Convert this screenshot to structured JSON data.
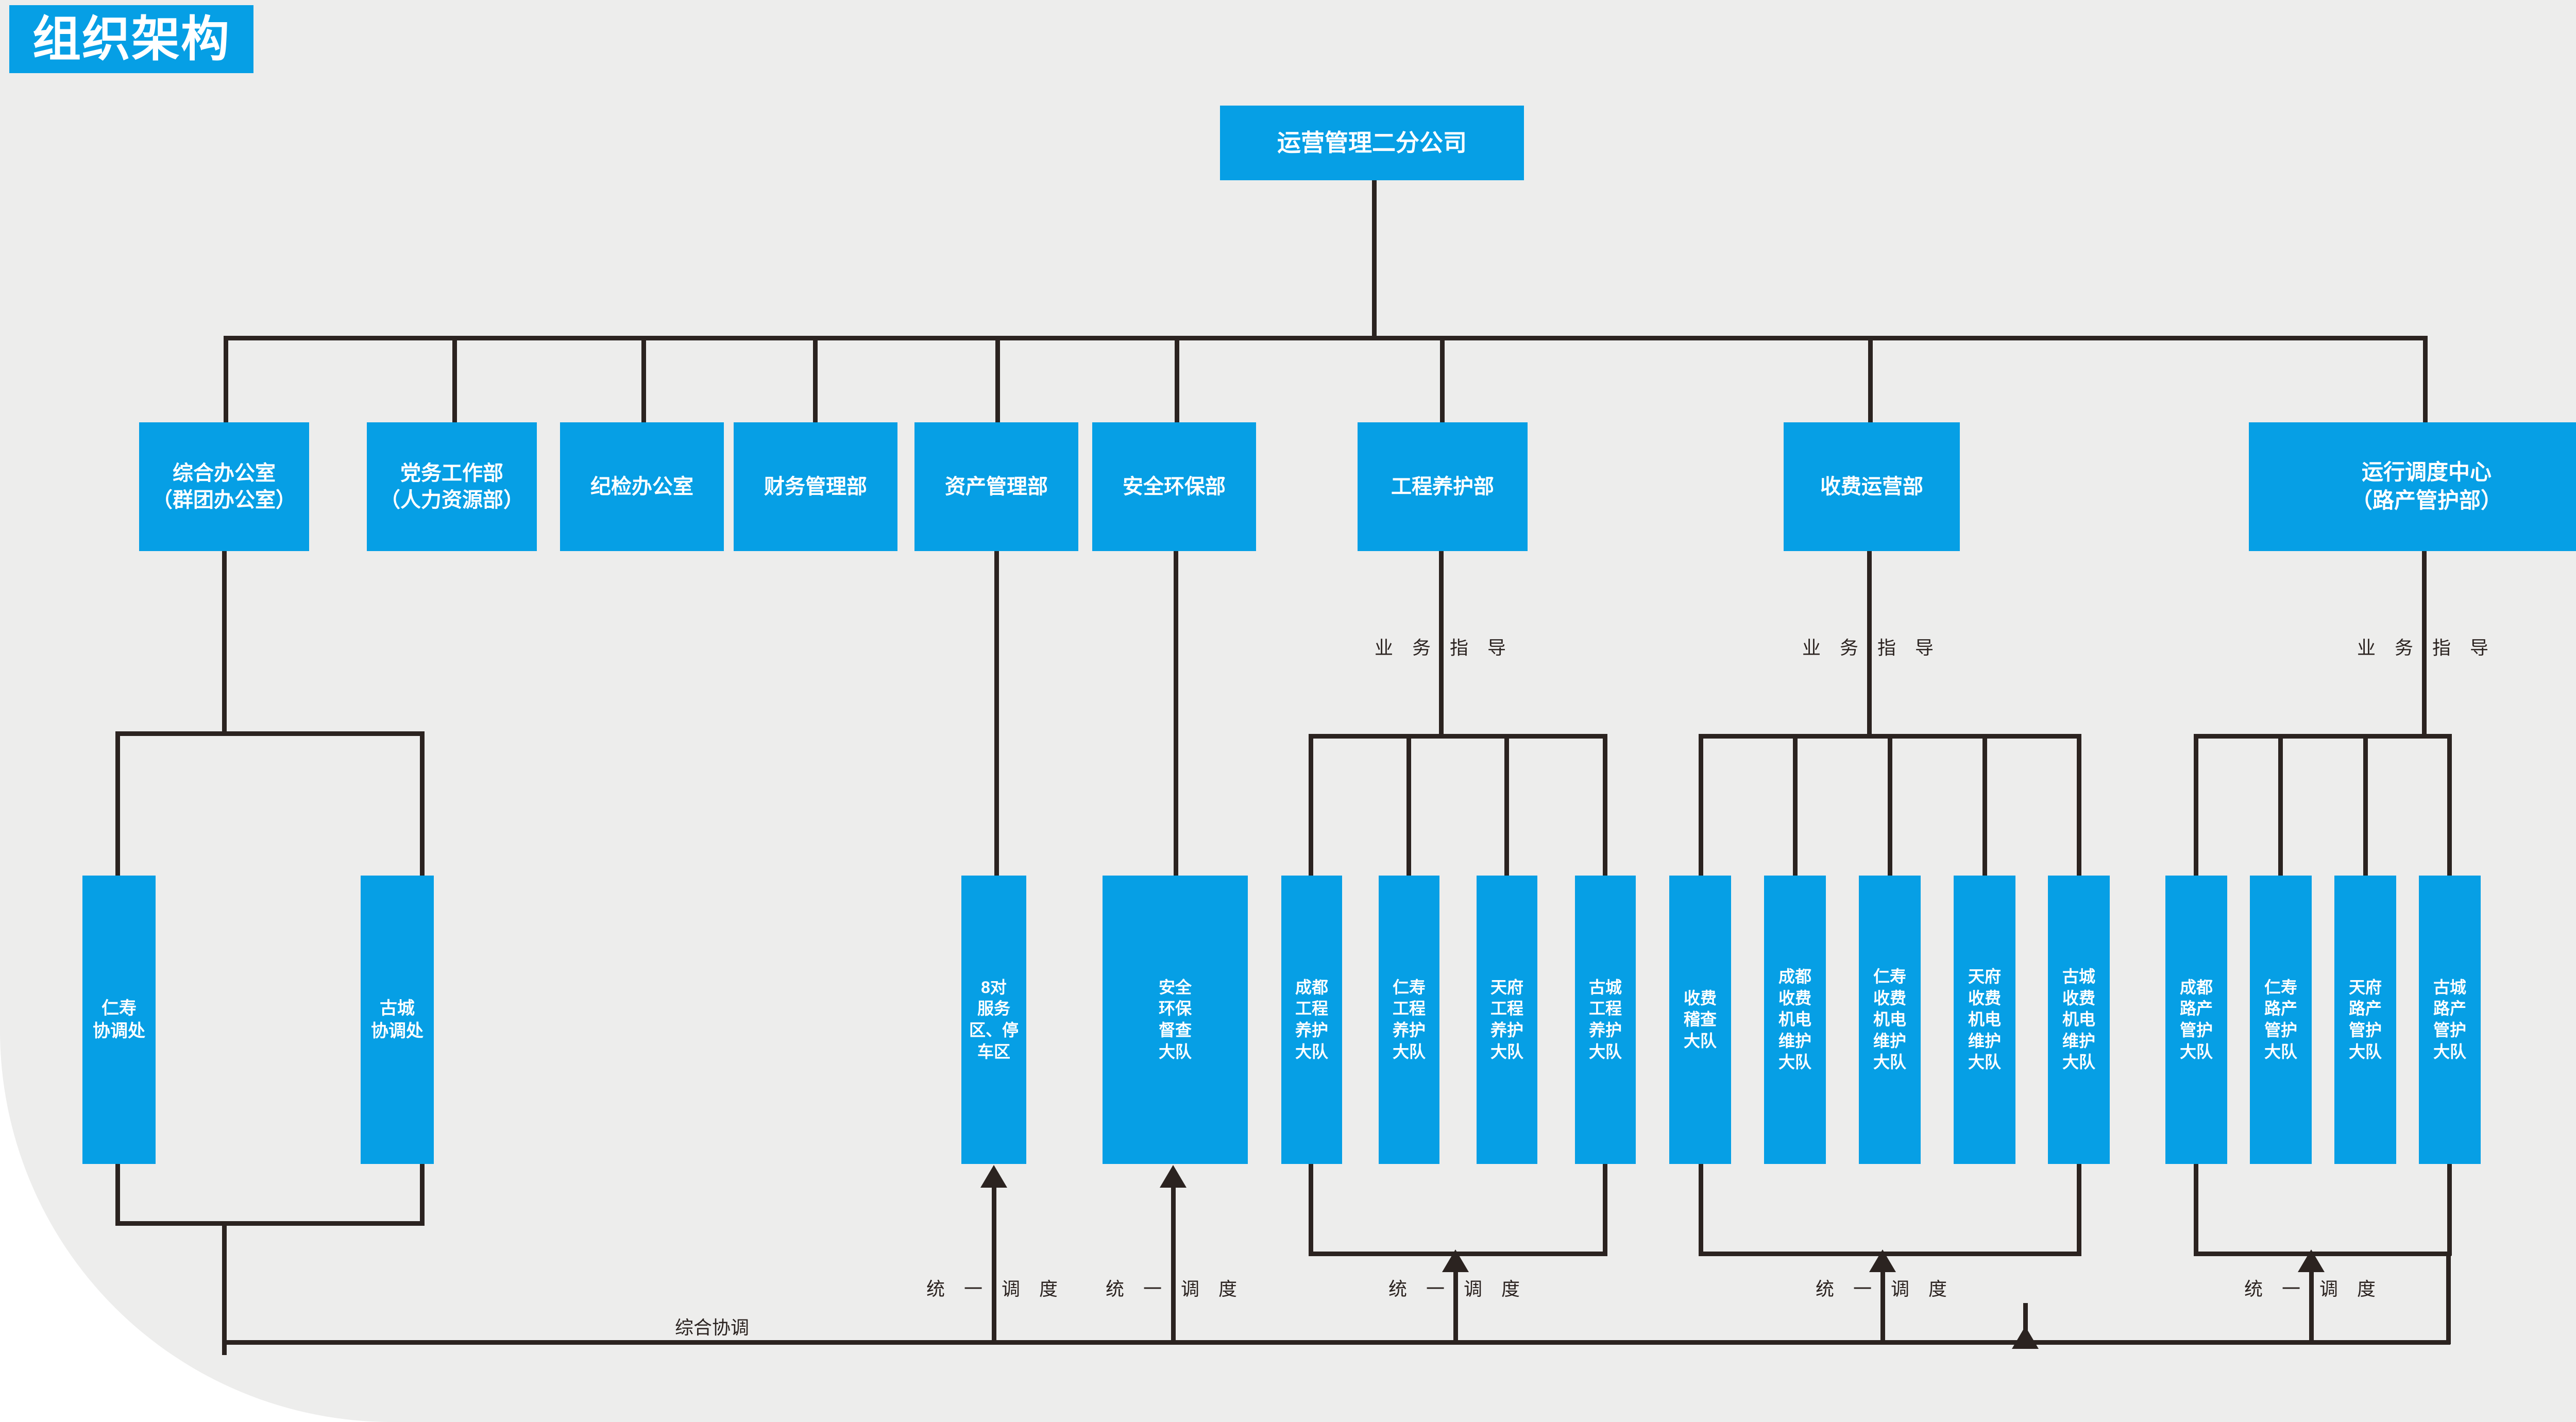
{
  "page": {
    "title": "组织架构",
    "background_color": "#ededec",
    "accent_color": "#069FE5",
    "line_color": "#2b2320",
    "text_color_on_accent": "#ffffff"
  },
  "chart_data": {
    "type": "org-chart",
    "root": "运营管理二分公司",
    "departments": [
      "综合办公室\n（群团办公室）",
      "党务工作部\n（人力资源部）",
      "纪检办公室",
      "财务管理部",
      "资产管理部",
      "安全环保部",
      "工程养护部",
      "收费运营部",
      "运行调度中心\n（路产管护部）"
    ],
    "leaf_groups": [
      {
        "parent": "综合办公室（群团办公室）",
        "nodes": [
          "仁寿\n协调处",
          "古城\n协调处"
        ]
      },
      {
        "parent": "资产管理部",
        "nodes": [
          "8对\n服务\n区、停\n车区"
        ]
      },
      {
        "parent": "安全环保部",
        "nodes": [
          "安全\n环保\n督查\n大队"
        ]
      },
      {
        "parent": "工程养护部",
        "nodes": [
          "成都\n工程\n养护\n大队",
          "仁寿\n工程\n养护\n大队",
          "天府\n工程\n养护\n大队",
          "古城\n工程\n养护\n大队"
        ]
      },
      {
        "parent": "收费运营部",
        "nodes": [
          "收费\n稽查\n大队",
          "成都\n收费\n机电\n维护\n大队",
          "仁寿\n收费\n机电\n维护\n大队",
          "天府\n收费\n机电\n维护\n大队",
          "古城\n收费\n机电\n维护\n大队"
        ]
      },
      {
        "parent": "运行调度中心（路产管护部）",
        "nodes": [
          "成都\n路产\n管护\n大队",
          "仁寿\n路产\n管护\n大队",
          "天府\n路产\n管护\n大队",
          "古城\n路产\n管护\n大队"
        ]
      }
    ],
    "relations": [
      {
        "label": "业 务 指 导",
        "count": 3
      },
      {
        "label": "统 一 调 度",
        "count": 5
      },
      {
        "label": "综合协调",
        "count": 1
      }
    ]
  },
  "nodes": {
    "root": "运营管理二分公司",
    "dept_01": "综合办公室\n（群团办公室）",
    "dept_02": "党务工作部\n（人力资源部）",
    "dept_03": "纪检办公室",
    "dept_04": "财务管理部",
    "dept_05": "资产管理部",
    "dept_06": "安全环保部",
    "dept_07": "工程养护部",
    "dept_08": "收费运营部",
    "dept_09": "运行调度中心\n（路产管护部）",
    "leaf_renshou_coord": "仁寿\n协调处",
    "leaf_gucheng_coord": "古城\n协调处",
    "leaf_service_area": "8对\n服务\n区、停\n车区",
    "leaf_safety_inspect": "安全\n环保\n督查\n大队",
    "leaf_eng_chengdu": "成都\n工程\n养护\n大队",
    "leaf_eng_renshou": "仁寿\n工程\n养护\n大队",
    "leaf_eng_tianfu": "天府\n工程\n养护\n大队",
    "leaf_eng_gucheng": "古城\n工程\n养护\n大队",
    "leaf_toll_audit": "收费\n稽查\n大队",
    "leaf_toll_chengdu": "成都\n收费\n机电\n维护\n大队",
    "leaf_toll_renshou": "仁寿\n收费\n机电\n维护\n大队",
    "leaf_toll_tianfu": "天府\n收费\n机电\n维护\n大队",
    "leaf_toll_gucheng": "古城\n收费\n机电\n维护\n大队",
    "leaf_road_chengdu": "成都\n路产\n管护\n大队",
    "leaf_road_renshou": "仁寿\n路产\n管护\n大队",
    "leaf_road_tianfu": "天府\n路产\n管护\n大队",
    "leaf_road_gucheng": "古城\n路产\n管护\n大队"
  },
  "annotations": {
    "business_guidance_1": "业 务 指 导",
    "business_guidance_2": "业 务 指 导",
    "business_guidance_3": "业 务 指 导",
    "unified_dispatch_1": "统 一 调 度",
    "unified_dispatch_2": "统 一 调 度",
    "unified_dispatch_3": "统 一 调 度",
    "unified_dispatch_4": "统 一 调 度",
    "unified_dispatch_5": "统 一 调 度",
    "comprehensive_coordination": "综合协调"
  }
}
